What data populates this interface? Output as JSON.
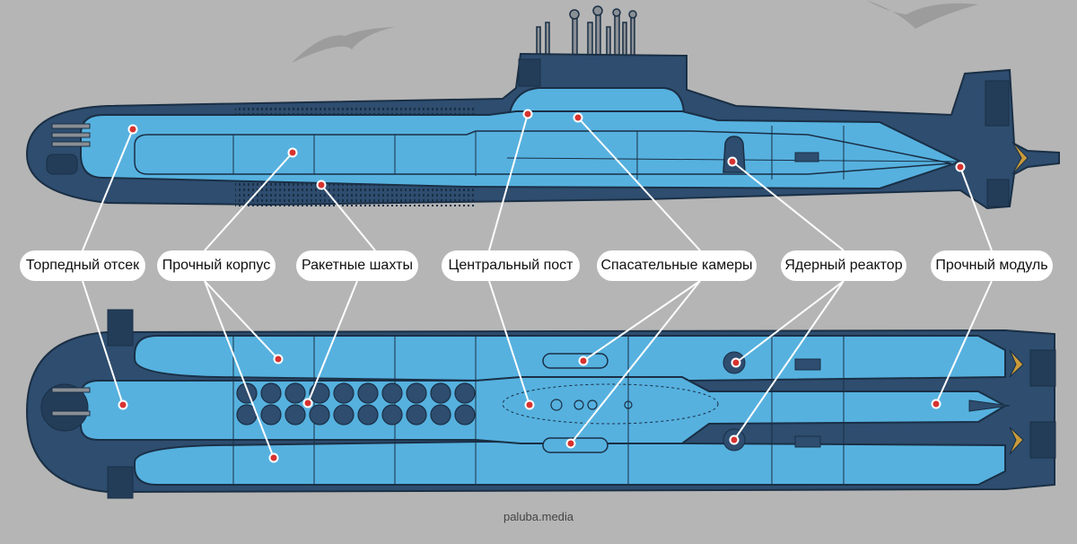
{
  "labels": {
    "torpedo_compartment": "Торпедный отсек",
    "pressure_hull": "Прочный корпус",
    "missile_silos": "Ракетные шахты",
    "central_post": "Центральный пост",
    "escape_chambers": "Спасательные камеры",
    "nuclear_reactor": "Ядерный реактор",
    "pressure_module": "Прочный модуль"
  },
  "credit": "paluba.media",
  "colors": {
    "background": "#b5b5b5",
    "outer_hull": "#2e4d6f",
    "outer_hull_dark": "#233d59",
    "pressure_hull": "#56b1df",
    "outline": "#1a2f45",
    "marker": "#d8322f",
    "leader_line": "#ffffff",
    "label_bg": "#ffffff"
  }
}
